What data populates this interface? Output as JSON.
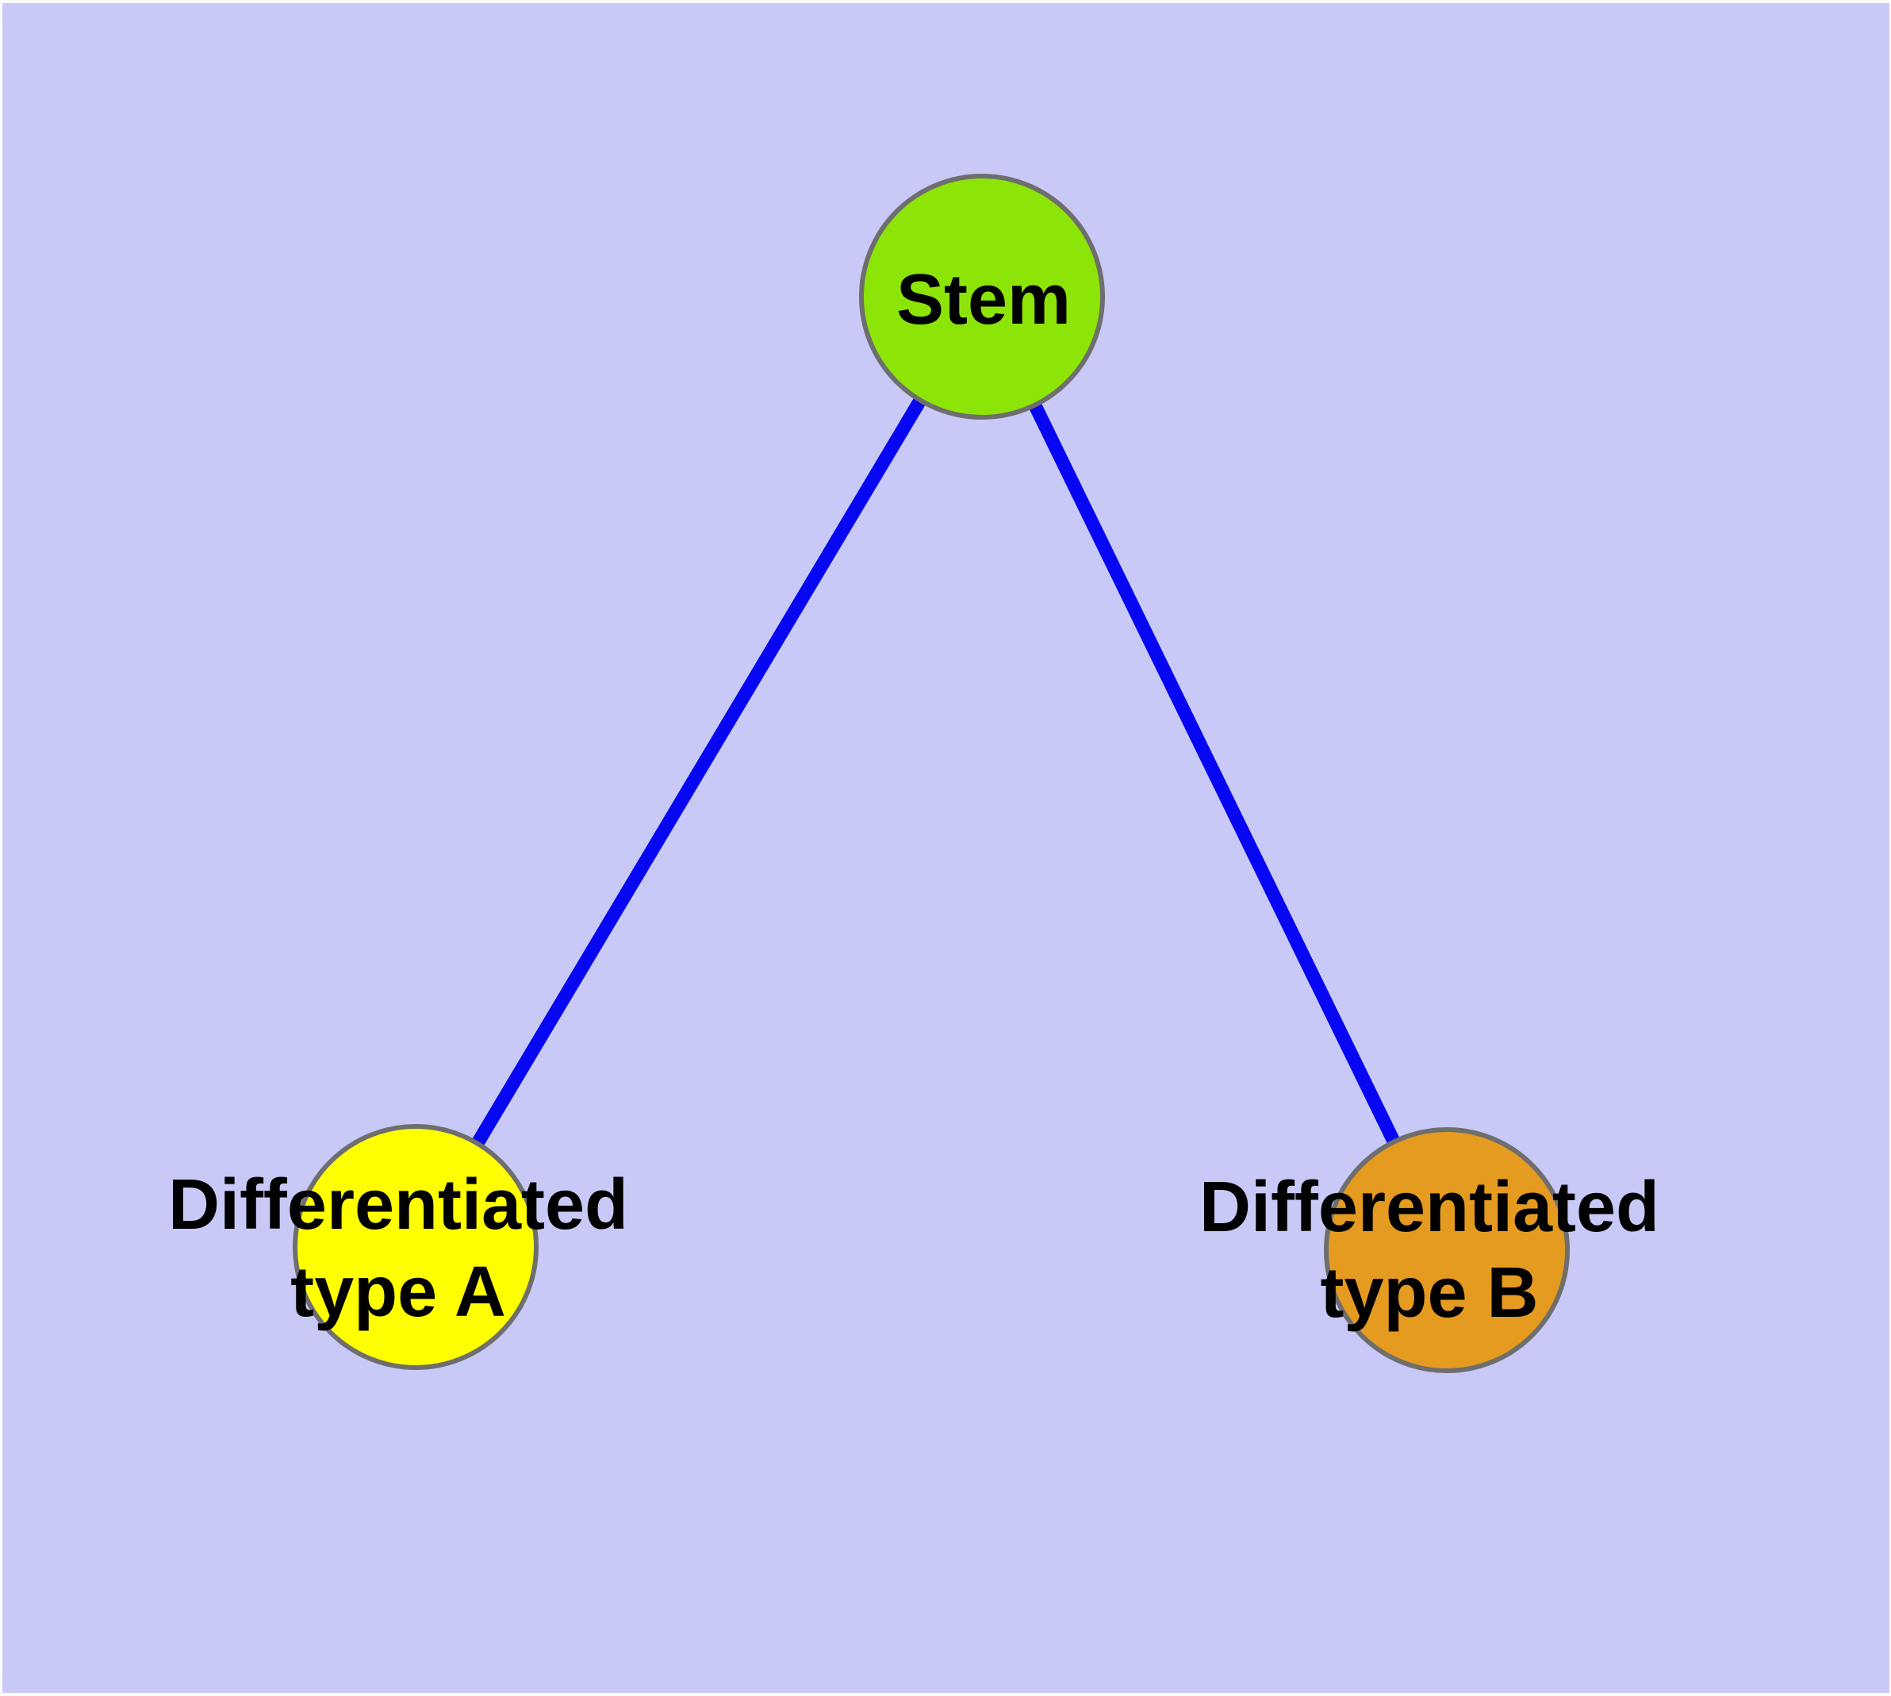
{
  "diagram": {
    "type": "node-link-graph",
    "background_color": "#c9c9f7",
    "frame_color": "#ffffff",
    "edge_color": "#0606f2",
    "node_border_color": "#6e6e6e",
    "label_color": "#000000",
    "nodes": [
      {
        "id": "stem",
        "label": "Stem",
        "fill": "#8ce506"
      },
      {
        "id": "differentiated-type-a",
        "label_line1": "Differentiated",
        "label_line2": "type A",
        "fill": "#ffff00"
      },
      {
        "id": "differentiated-type-b",
        "label_line1": "Differentiated",
        "label_line2": "type B",
        "fill": "#e59a20"
      }
    ],
    "edges": [
      {
        "from": "stem",
        "to": "differentiated-type-a"
      },
      {
        "from": "stem",
        "to": "differentiated-type-b"
      }
    ]
  }
}
